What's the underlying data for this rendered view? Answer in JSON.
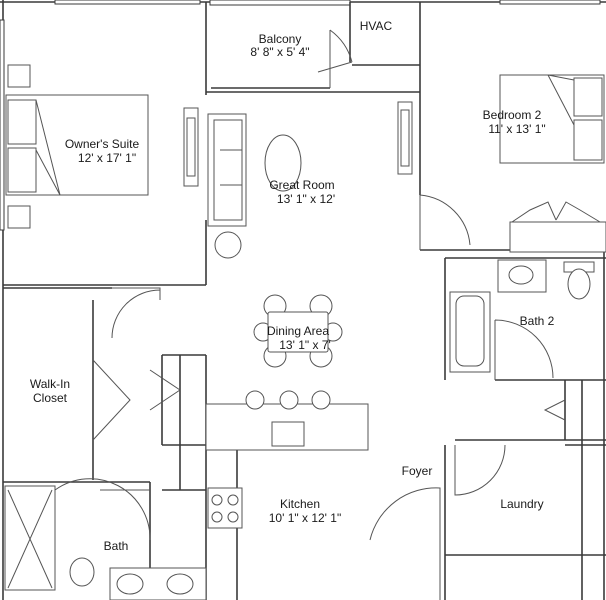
{
  "rooms": {
    "balcony": {
      "name": "Balcony",
      "size": "8' 8\" x 5' 4\""
    },
    "hvac": {
      "name": "HVAC"
    },
    "owners_suite": {
      "name": "Owner's Suite",
      "size": "12' x 17' 1\""
    },
    "bedroom2": {
      "name": "Bedroom 2",
      "size": "11' x 13' 1\""
    },
    "great_room": {
      "name": "Great Room",
      "size": "13' 1\" x 12'"
    },
    "dining": {
      "name": "Dining Area",
      "size": "13' 1\" x 7'"
    },
    "bath2": {
      "name": "Bath 2"
    },
    "walkin": {
      "name_line1": "Walk-In",
      "name_line2": "Closet"
    },
    "foyer": {
      "name": "Foyer"
    },
    "kitchen": {
      "name": "Kitchen",
      "size": "10' 1\" x 12' 1\""
    },
    "laundry": {
      "name": "Laundry"
    },
    "bath": {
      "name": "Bath"
    }
  }
}
